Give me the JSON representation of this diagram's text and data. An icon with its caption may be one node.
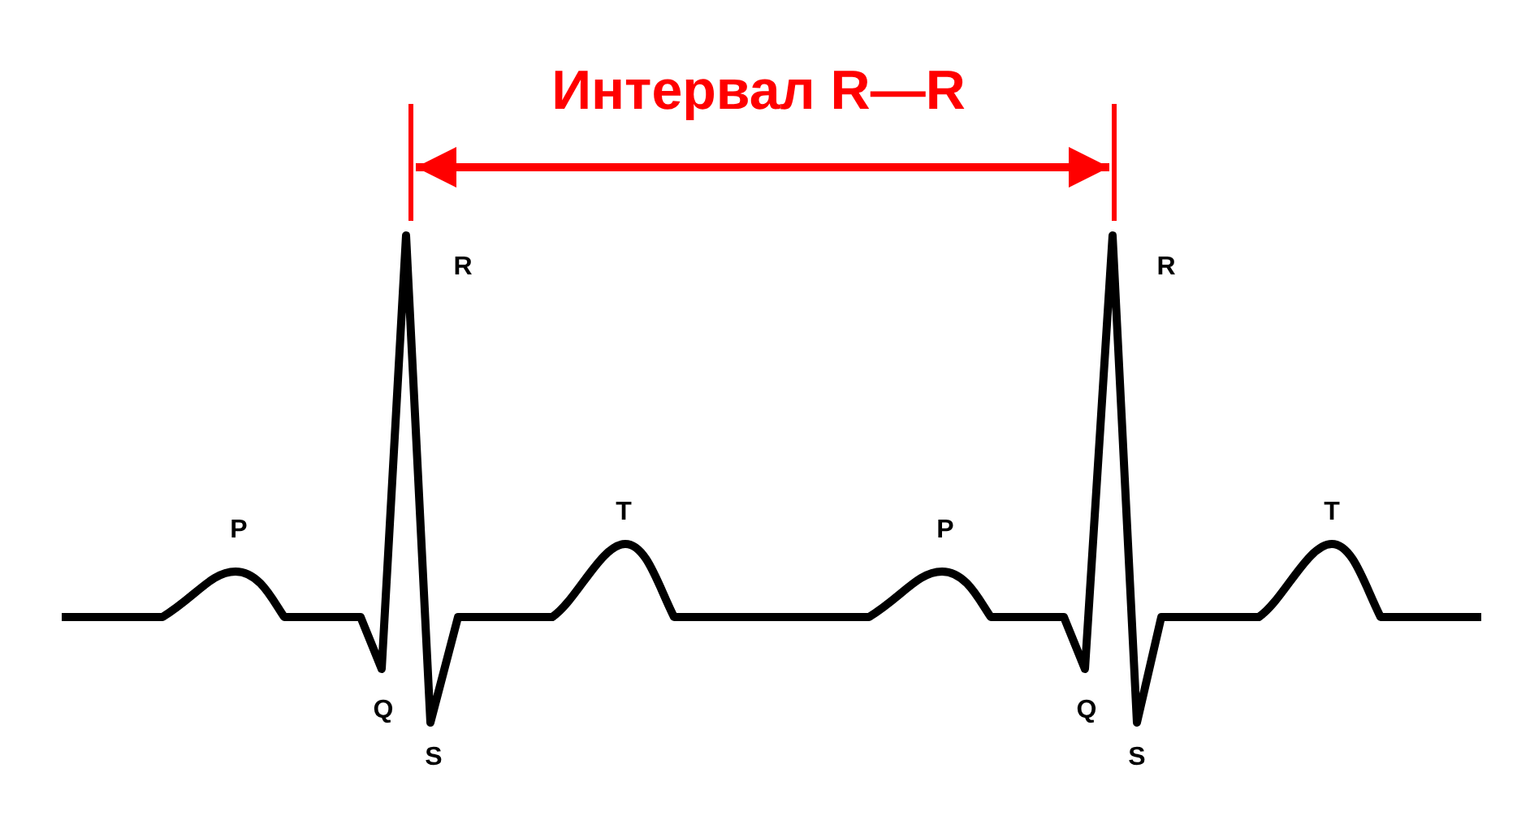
{
  "diagram": {
    "title": "Интервал R—R",
    "labels": [
      "P",
      "Q",
      "R",
      "S",
      "T",
      "P",
      "Q",
      "R",
      "S",
      "T"
    ]
  }
}
